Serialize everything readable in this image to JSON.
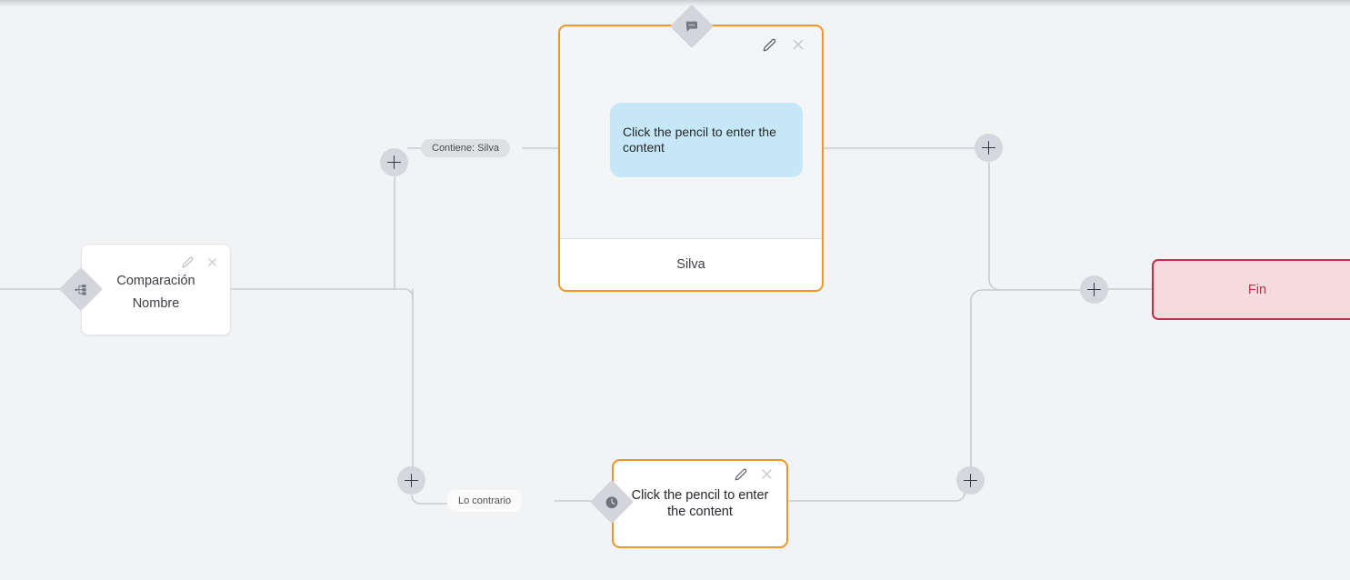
{
  "app": {
    "canvas_background": "#f2f3f5",
    "accent_orange": "#f29620",
    "accent_red": "#c0304a",
    "bubble_blue": "#c5e7f7",
    "line_grey": "#c9cbd0"
  },
  "nodes": {
    "comparison": {
      "title": "Comparación",
      "subtitle": "Nombre",
      "badge_icon": "sitemap-icon",
      "edit_icon": "pencil-icon",
      "close_icon": "close-icon"
    },
    "message_card": {
      "badge_icon": "chat-bubble-icon",
      "edit_icon": "pencil-icon",
      "close_icon": "close-icon",
      "bubble_text": "Click the pencil to enter the content",
      "footer_label": "Silva"
    },
    "wait_card": {
      "badge_icon": "clock-icon",
      "edit_icon": "pencil-icon",
      "close_icon": "close-icon",
      "body_text": "Click the pencil to enter the content"
    },
    "end_node": {
      "label": "Fin"
    }
  },
  "edge_labels": {
    "contains": "Contiene: Silva",
    "otherwise": "Lo contrario"
  },
  "add_buttons": [
    {
      "name": "add-node-true-branch",
      "icon": "plus-icon"
    },
    {
      "name": "add-node-false-branch",
      "icon": "plus-icon"
    },
    {
      "name": "add-node-after-message",
      "icon": "plus-icon"
    },
    {
      "name": "add-node-after-wait",
      "icon": "plus-icon"
    },
    {
      "name": "add-node-before-end",
      "icon": "plus-icon"
    }
  ]
}
